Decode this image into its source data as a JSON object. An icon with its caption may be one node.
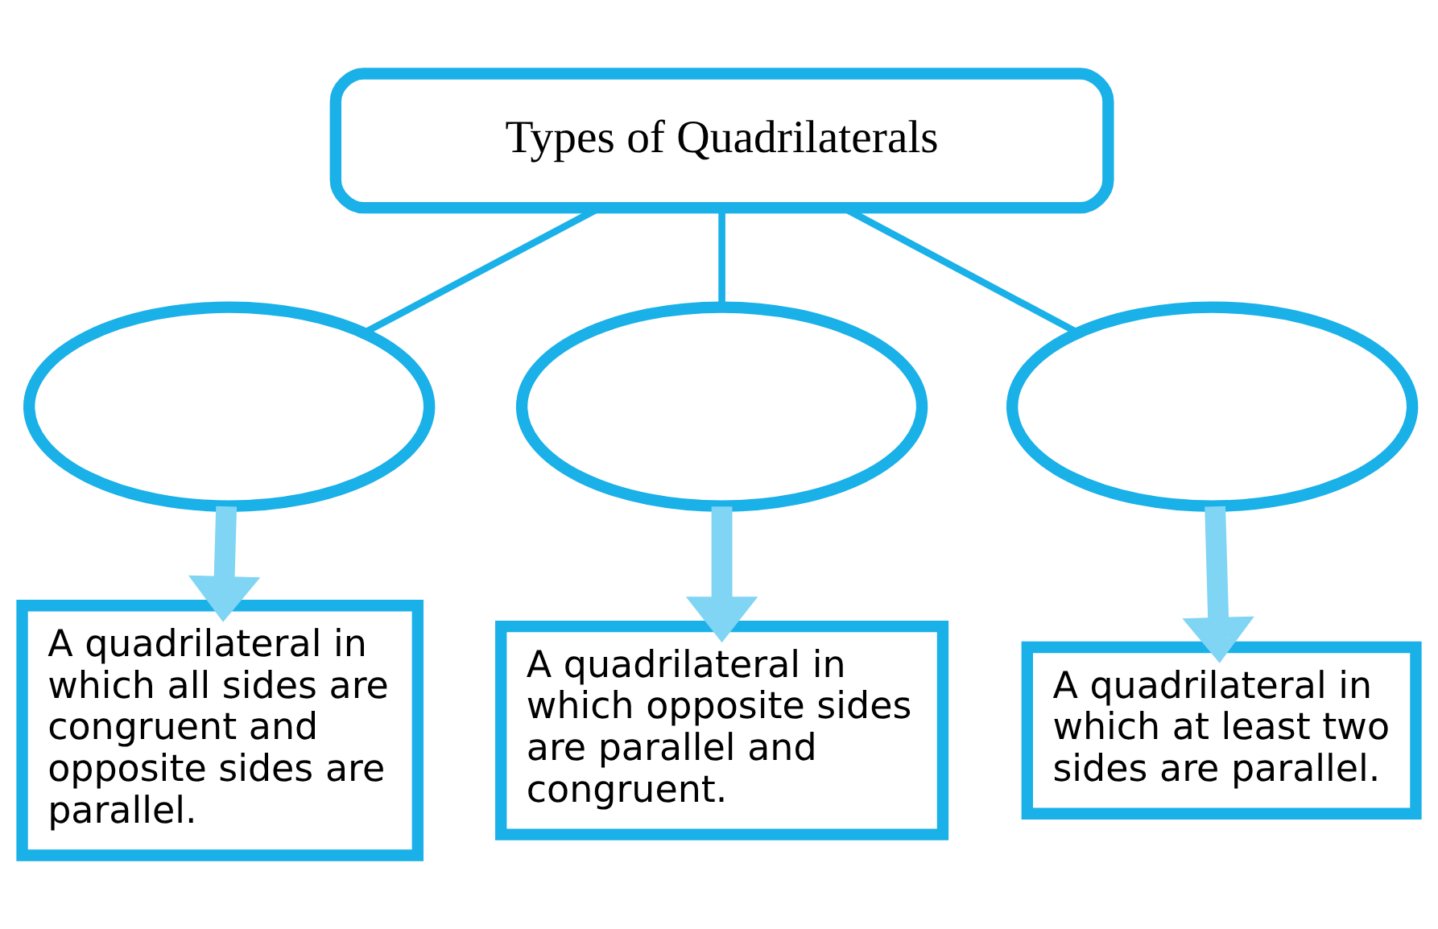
{
  "diagram": {
    "nodes": [
      {
        "text": [
          "Types of Quadrilaterals"
        ]
      },
      {
        "text": [],
        "shape": "ellipse"
      },
      {
        "text": [],
        "shape": "ellipse"
      },
      {
        "text": [],
        "shape": "ellipse"
      },
      {
        "text": [
          "A quadrilateral in which all sides are congruent and opposite sides are parallel."
        ]
      },
      {
        "text": [
          "A quadrilateral in which opposite sides are parallel and congruent."
        ]
      },
      {
        "text": [
          "A quadrilateral in which at least two sides are parallel."
        ]
      }
    ],
    "edges": [
      {
        "from": 0,
        "to": 1,
        "arrow": "none"
      },
      {
        "from": 0,
        "to": 2,
        "arrow": "none"
      },
      {
        "from": 0,
        "to": 3,
        "arrow": "none"
      },
      {
        "from": 1,
        "to": 4,
        "arrow": "to",
        "style": "thick",
        "color": "#80d4f4"
      },
      {
        "from": 2,
        "to": 5,
        "arrow": "to",
        "style": "thick",
        "color": "#80d4f4"
      },
      {
        "from": 3,
        "to": 6,
        "arrow": "to",
        "style": "thick",
        "color": "#80d4f4"
      }
    ]
  }
}
